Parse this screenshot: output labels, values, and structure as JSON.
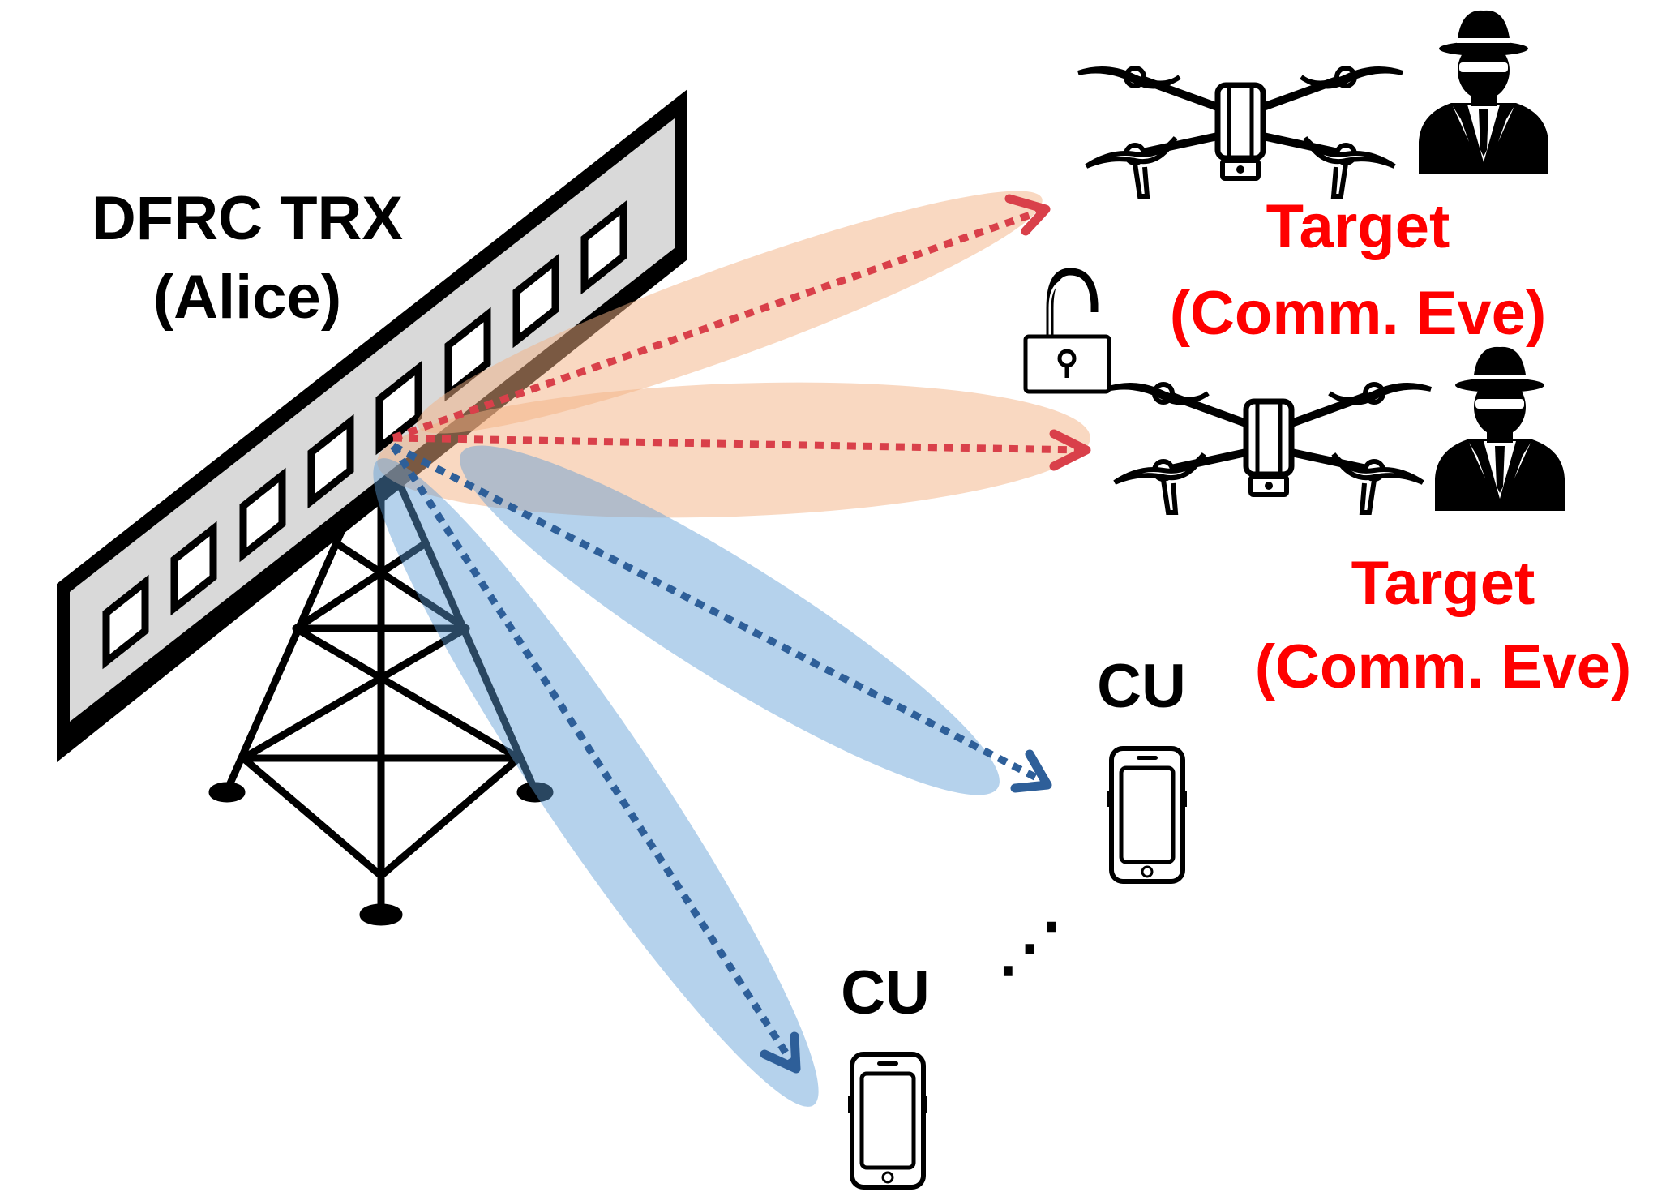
{
  "colors": {
    "target_text": "#ff0000",
    "black": "#000000",
    "red_beam_fill": "#f4b183",
    "red_arrow": "#d9404a",
    "blue_beam_fill": "#5b9bd5",
    "blue_arrow": "#2e5f99",
    "panel_gray": "#d9d9d9"
  },
  "icons": [
    "base-station-icon",
    "antenna-array-icon",
    "drone-icon",
    "spy-icon",
    "unlocked-padlock-icon",
    "smartphone-icon",
    "ellipsis-icon"
  ],
  "labels": {
    "trx_line1": "DFRC TRX",
    "trx_line2": "(Alice)",
    "target1_line1": "Target",
    "target1_line2": "(Comm. Eve)",
    "target2_line1": "Target",
    "target2_line2": "(Comm. Eve)",
    "cu1": "CU",
    "cu2": "CU",
    "dots": "⋰"
  }
}
